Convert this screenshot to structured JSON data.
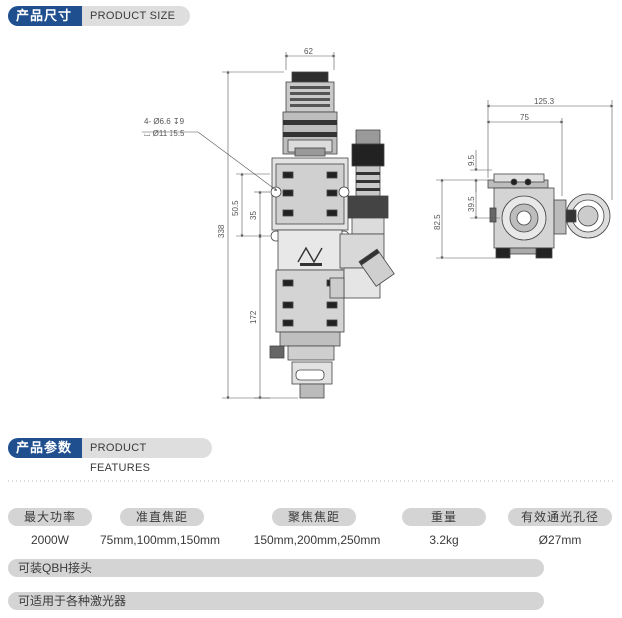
{
  "section_size": {
    "title_cn": "产品尺寸",
    "title_en": "PRODUCT SIZE"
  },
  "section_features": {
    "title_cn": "产品参数",
    "title_en": "PRODUCT FEATURES"
  },
  "drawing": {
    "dims_front": {
      "top_width": "62",
      "hole_note_line1": "4- Ø6.6 ↧9",
      "hole_note_line2": "⌴ Ø11 ↧5.5",
      "total_height": "338",
      "dim_50_5": "50.5",
      "dim_35": "35",
      "dim_172": "172"
    },
    "dims_side": {
      "top_width": "125.3",
      "dim_75": "75",
      "dim_9_5": "9.5",
      "dim_39_5": "39.5",
      "dim_82_5": "82.5"
    }
  },
  "specs": [
    {
      "label": "最大功率",
      "value": "2000W"
    },
    {
      "label": "准直焦距",
      "value": "75mm,100mm,150mm"
    },
    {
      "label": "聚焦焦距",
      "value": "150mm,200mm,250mm"
    },
    {
      "label": "重量",
      "value": "3.2kg"
    },
    {
      "label": "有效通光孔径",
      "value": "Ø27mm"
    }
  ],
  "features": [
    {
      "text": "可装QBH接头"
    },
    {
      "text": "可适用于各种激光器"
    }
  ],
  "colors": {
    "accent": "#1f4f8e",
    "pill": "#d4d4d4",
    "header_en": "#dedede"
  }
}
